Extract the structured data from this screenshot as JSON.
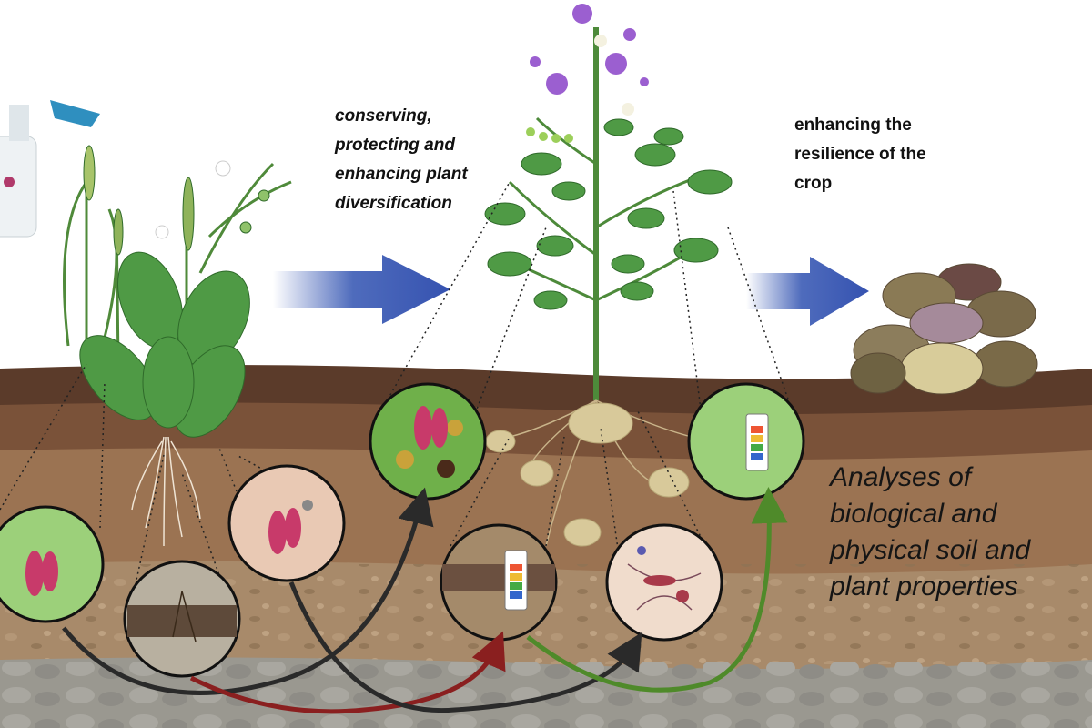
{
  "labels": {
    "diversification": [
      "conserving,",
      "protecting and",
      "enhancing plant",
      "diversification"
    ],
    "resilience": [
      "enhancing the",
      "resilience of the",
      "crop"
    ],
    "analyses": [
      "Analyses of",
      "biological and",
      "physical soil and",
      "plant properties"
    ]
  },
  "colors": {
    "arrow_blue": "#3b5bb5",
    "topsoil": "#5b3b2a",
    "subsoil": "#9b7352",
    "leaf_green": "#4f9a45",
    "flower_purple": "#9b5fd0",
    "arrow_dark": "#2a2a2a",
    "arrow_red": "#8a1f1f",
    "arrow_green": "#4f8a2a"
  }
}
